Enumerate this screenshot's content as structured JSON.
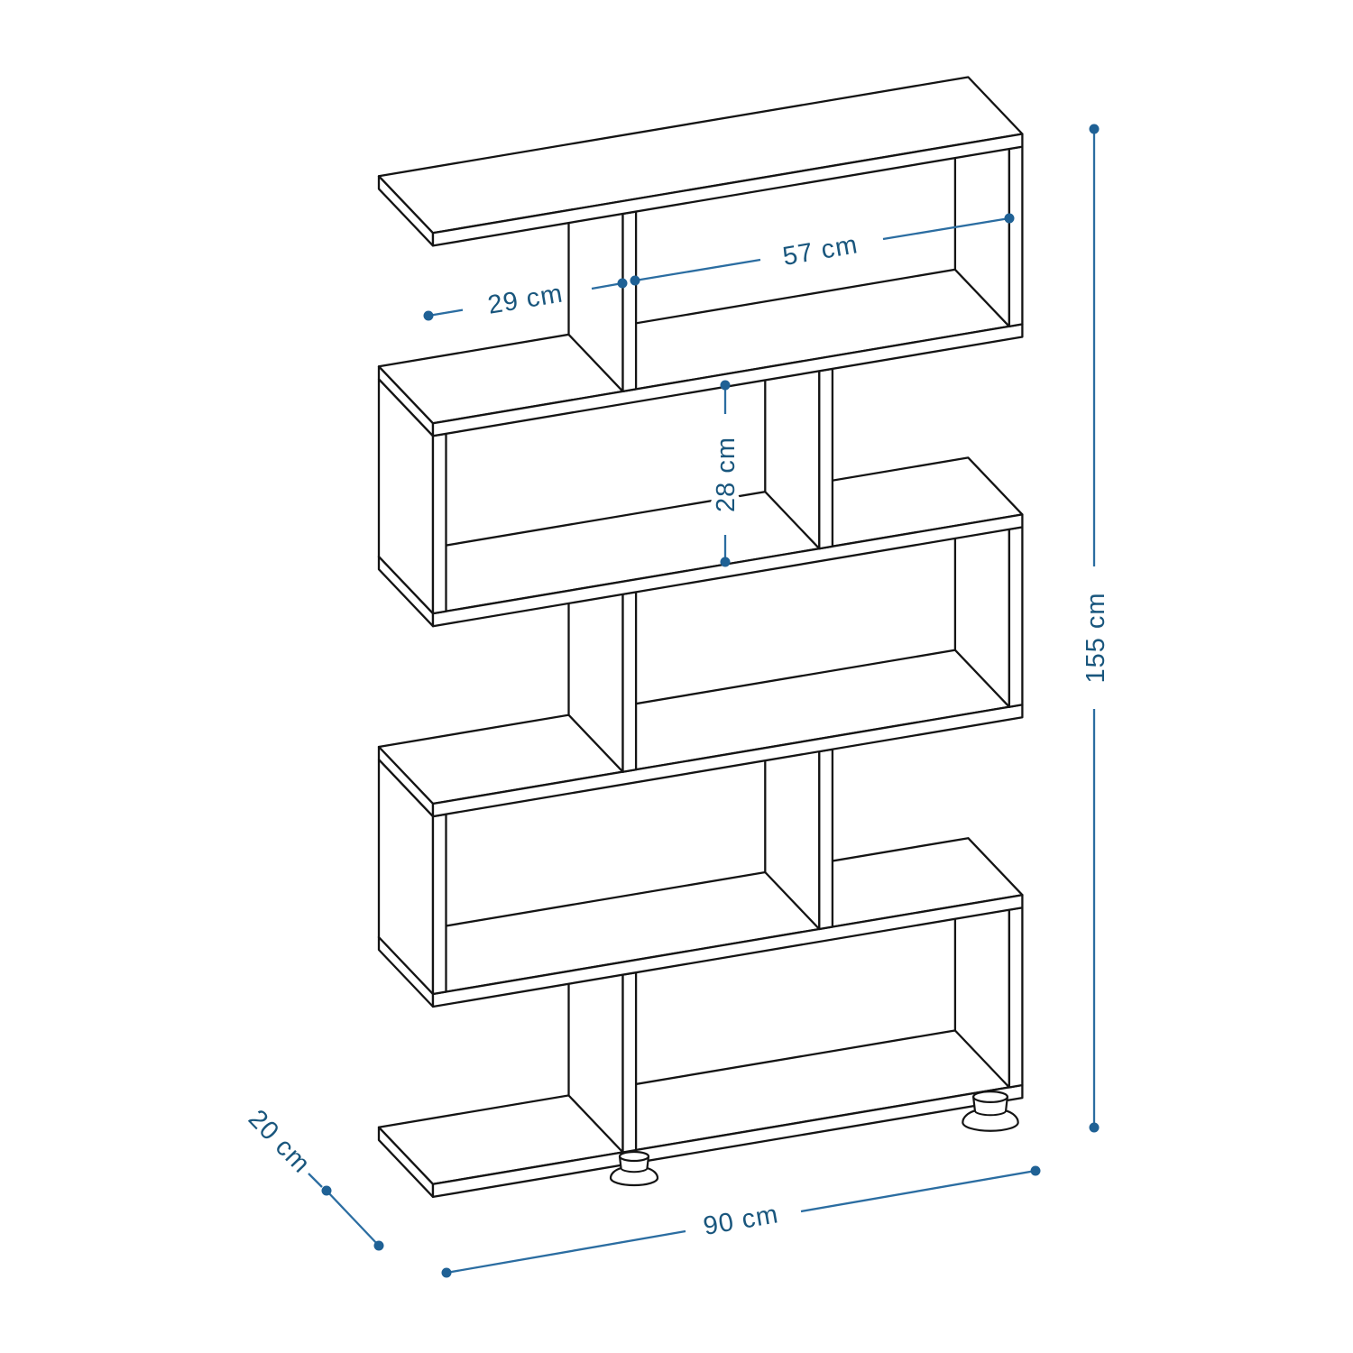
{
  "diagram": {
    "kind": "furniture dimension line drawing",
    "product": "5-tier zigzag (S-shape) bookcase with adjustable feet",
    "view": "isometric three-quarter view, open-back shelf",
    "background": "#ffffff",
    "outline_color": "#141414",
    "dimension_line_color": "#2b6da1",
    "dot_color": "#1f6195",
    "text_color": "#19567d"
  },
  "dimensions": {
    "compartment_width": {
      "label": "57 cm",
      "value": 57,
      "unit": "cm"
    },
    "left_opening_width": {
      "label": "29 cm",
      "value": 29,
      "unit": "cm"
    },
    "tier_inner_height": {
      "label": "28 cm",
      "value": 28,
      "unit": "cm"
    },
    "total_height": {
      "label": "155 cm",
      "value": 155,
      "unit": "cm"
    },
    "depth": {
      "label": "20 cm",
      "value": 20,
      "unit": "cm"
    },
    "total_width": {
      "label": "90 cm",
      "value": 90,
      "unit": "cm"
    }
  },
  "structure": {
    "tiers": 5,
    "horizontal_boards": 6,
    "board_thickness_cm": 2,
    "feet_visible": 2
  }
}
